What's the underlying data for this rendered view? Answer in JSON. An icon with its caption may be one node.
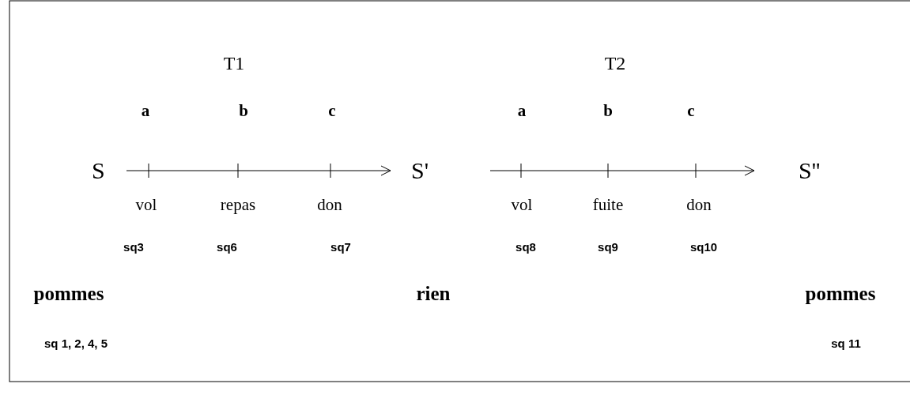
{
  "diagram": {
    "nodes": [
      {
        "text": [
          "S"
        ]
      },
      {
        "text": [
          "S'"
        ]
      },
      {
        "text": [
          "S''"
        ]
      }
    ],
    "edges": [
      {
        "from": 0,
        "to": 1,
        "arrow": "to"
      },
      {
        "from": 1,
        "to": 2,
        "arrow": "to"
      }
    ],
    "labels": [
      "T1",
      "T2",
      "a",
      "b",
      "c",
      "a",
      "b",
      "c",
      "vol",
      "repas",
      "don",
      "vol",
      "fuite",
      "don",
      "sq3",
      "sq6",
      "sq7",
      "sq8",
      "sq9",
      "sq10",
      "pommes",
      "rien",
      "pommes",
      "sq 1, 2, 4, 5",
      "sq 11"
    ]
  }
}
